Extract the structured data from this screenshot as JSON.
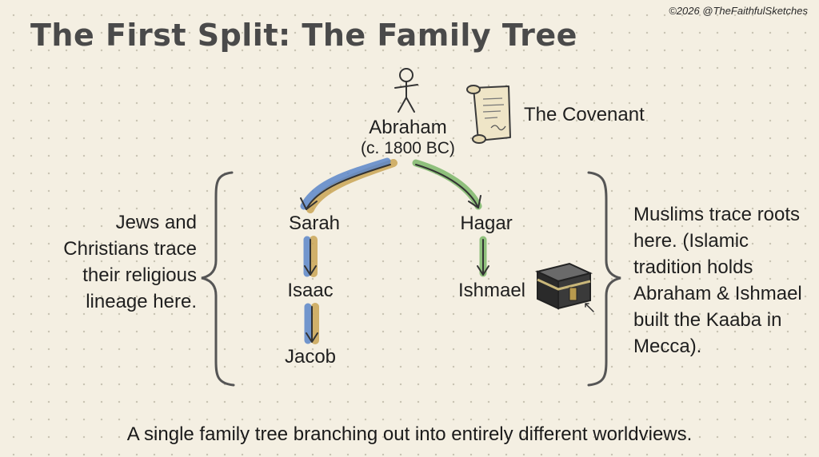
{
  "copyright": "©2026 @TheFaithfulSketches",
  "title": "The First Split: The Family Tree",
  "nodes": {
    "abraham": "Abraham",
    "abraham_date": "(c. 1800 BC)",
    "sarah": "Sarah",
    "isaac": "Isaac",
    "jacob": "Jacob",
    "hagar": "Hagar",
    "ishmael": "Ishmael"
  },
  "covenant_label": "The Covenant",
  "left_note": "Jews and Christians trace their religious lineage here.",
  "right_note": "Muslims trace roots here. (Islamic tradition holds Abraham & Ishmael built the Kaaba in Mecca).",
  "caption": "A single family tree branching out into entirely different worldviews.",
  "colors": {
    "blue_lineage": "#5b86c9",
    "gold_lineage": "#c9a455",
    "green_lineage": "#7cb76a",
    "ink": "#1f1f1f",
    "background": "#f4efe2"
  },
  "icons": [
    "stick-figure-icon",
    "scroll-icon",
    "kaaba-icon"
  ]
}
